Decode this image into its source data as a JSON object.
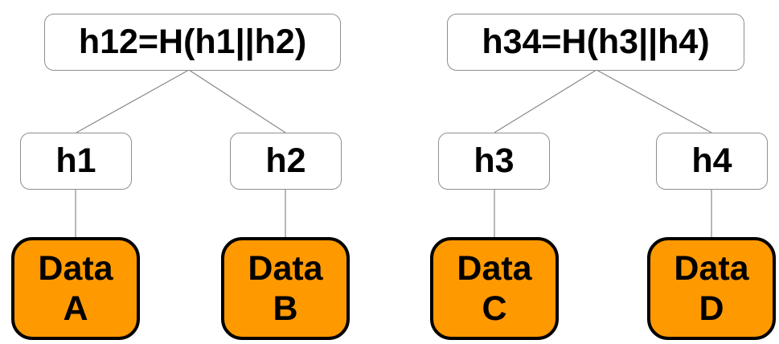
{
  "roots": [
    {
      "label": "h12=H(h1||h2)"
    },
    {
      "label": "h34=H(h3||h4)"
    }
  ],
  "hashes": [
    {
      "label": "h1"
    },
    {
      "label": "h2"
    },
    {
      "label": "h3"
    },
    {
      "label": "h4"
    }
  ],
  "data_blocks": [
    {
      "word": "Data",
      "letter": "A"
    },
    {
      "word": "Data",
      "letter": "B"
    },
    {
      "word": "Data",
      "letter": "C"
    },
    {
      "word": "Data",
      "letter": "D"
    }
  ],
  "colors": {
    "data_fill": "#FF9900",
    "edge": "#888888"
  }
}
